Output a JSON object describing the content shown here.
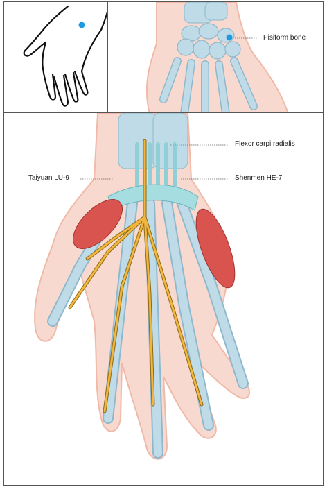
{
  "labels": {
    "pisiform_bone": "Pisiform bone",
    "flexor_carpi_radialis": "Flexor carpi radialis",
    "taiyuan": "Taiyuan LU-9",
    "shenmen": "Shenmen HE-7"
  },
  "colors": {
    "skin": "#f7d9cf",
    "skin_outline": "#f0b9a8",
    "bone": "#bfdbe8",
    "bone_outline": "#8fb8cc",
    "tendon": "#8fd0d6",
    "nerve": "#f2b63c",
    "nerve_outline": "#8a6a1a",
    "muscle": "#d9534f",
    "marker": "#1e9be0",
    "leader": "#888888"
  }
}
